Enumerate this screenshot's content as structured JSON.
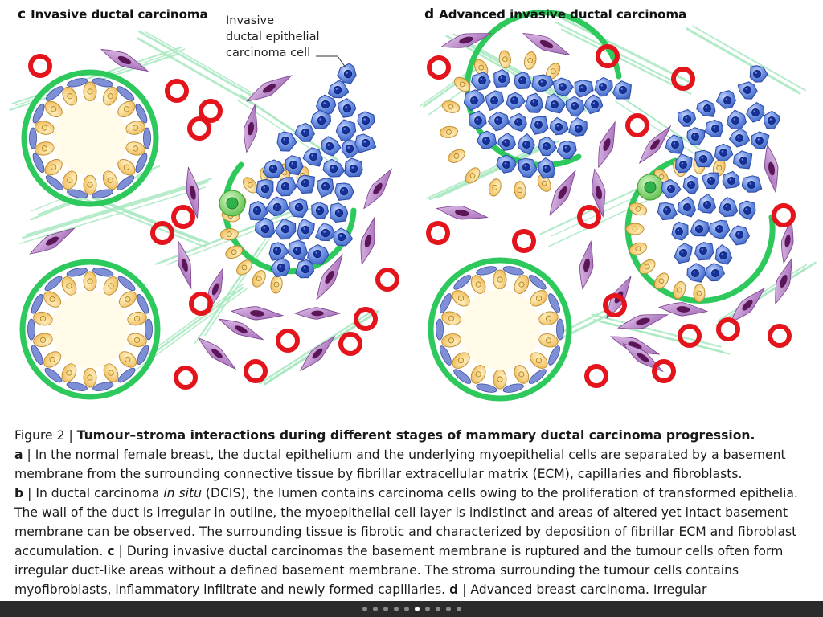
{
  "panel_c": {
    "letter": "c",
    "title": "Invasive ductal carcinoma"
  },
  "panel_d": {
    "letter": "d",
    "title": "Advanced invasive ductal carcinoma"
  },
  "annotation": {
    "line1": "Invasive",
    "line2": "ductal epithelial",
    "line3": "carcinoma cell"
  },
  "caption": {
    "figure_label": "Figure 2 | ",
    "figure_title": "Tumour–stroma interactions during different stages of mammary ductal carcinoma progression.",
    "a_label": "a",
    "a_text": " | In the normal female breast, the ductal epithelium and the underlying myoepithelial cells are separated by a basement membrane from the surrounding connective tissue by fibrillar extracellular matrix (ECM), capillaries and fibroblasts.",
    "b_label": "b",
    "b_text_1": " | In ductal carcinoma ",
    "b_insitu": "in situ",
    "b_text_2": " (DCIS), the lumen contains carcinoma cells owing to the proliferation of transformed epithelia. The wall of the duct is irregular in outline, the myoepithelial cell layer is indistinct and areas of altered yet intact basement membrane can be observed. The surrounding tissue is fibrotic and characterized by deposition of fibrillar ECM and fibroblast accumulation. ",
    "c_label": "c",
    "c_text": " | During invasive ductal carcinomas the basement membrane is ruptured and the tumour cells often form irregular duct-like areas without a defined basement membrane. The stroma surrounding the tumour cells contains myofibroblasts, inflammatory infiltrate and newly formed capillaries. ",
    "d_label": "d",
    "d_text": " | Advanced breast carcinoma.  Irregular"
  },
  "pagination": {
    "total": 10,
    "active_index": 5
  },
  "colors": {
    "basement_membrane": "#2ec95c",
    "luminal_cell": "#f5c970",
    "myoepithelial_cell": "#7f8fd6",
    "carcinoma_cell": "#5b82d6",
    "carcinoma_nucleus": "#17319a",
    "fibroblast": "#b27cc0",
    "fibroblast_nucleus": "#5a1657",
    "capillary": "#e3141c",
    "ecm_fibre": "#a8e8c0",
    "lumen": "#fffbe8",
    "green_cell": "#7ed36b"
  }
}
